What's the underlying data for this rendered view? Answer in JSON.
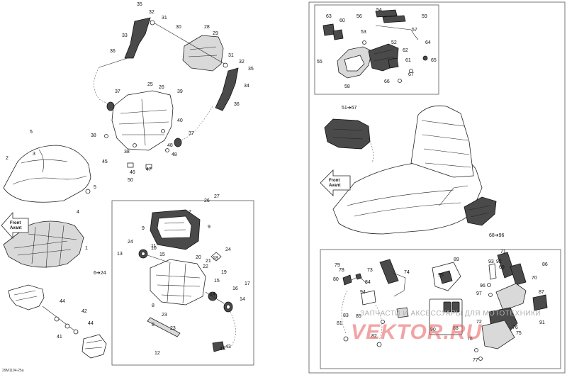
{
  "diagram_code": "29M1104-25a",
  "watermark": {
    "caption": "ЗАПЧАСТИ И АКСЕССУАРЫ ДЛЯ МОТОТЕХНИКИ",
    "brand": "VEKTOR.RU"
  },
  "arrows": {
    "front": "Front\nAvant"
  },
  "references": {
    "r6_24": "6➔24",
    "r51_67": "51➔67",
    "r68_96": "68➔96"
  },
  "callouts": {
    "left": [
      "1",
      "2",
      "3",
      "4",
      "5",
      "5",
      "41",
      "42",
      "43",
      "44",
      "44"
    ],
    "upper": [
      "25",
      "26",
      "28",
      "29",
      "30",
      "31",
      "31",
      "32",
      "32",
      "33",
      "34",
      "35",
      "35",
      "36",
      "36",
      "37",
      "37",
      "38",
      "38",
      "39",
      "40",
      "45",
      "46",
      "47",
      "48",
      "48",
      "50"
    ],
    "lower_frame": [
      "7",
      "8",
      "8",
      "9",
      "9",
      "10",
      "11",
      "12",
      "13",
      "14",
      "14",
      "15",
      "15",
      "16",
      "17",
      "18",
      "19",
      "20",
      "21",
      "22",
      "23",
      "23",
      "24",
      "24",
      "26",
      "27",
      "43"
    ],
    "top_right": [
      "52",
      "53",
      "54",
      "55",
      "56",
      "57",
      "58",
      "59",
      "60",
      "61",
      "62",
      "63",
      "64",
      "65",
      "66",
      "67"
    ],
    "bottom_right": [
      "69",
      "70",
      "71",
      "72",
      "73",
      "74",
      "75",
      "76",
      "76",
      "77",
      "78",
      "79",
      "80",
      "81",
      "82",
      "83",
      "84",
      "85",
      "86",
      "87",
      "88",
      "89",
      "90",
      "91",
      "92",
      "93",
      "94",
      "95",
      "96",
      "97"
    ]
  }
}
